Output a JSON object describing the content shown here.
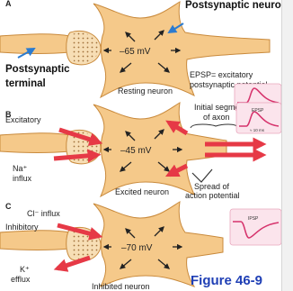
{
  "panels": {
    "a": {
      "letter": "A",
      "postsynaptic_neuron": "Postsynaptic neuron",
      "postsynaptic_terminal_line1": "Postsynaptic",
      "postsynaptic_terminal_line2": "terminal",
      "voltage": "–65 mV",
      "caption": "Resting neuron",
      "epsp_line1": "EPSP= excitatory",
      "epsp_line2": "postsynaptic potential"
    },
    "b": {
      "letter": "B",
      "excitatory": "Excitatory",
      "na_line1": "Na⁺",
      "na_line2": "influx",
      "voltage": "–45 mV",
      "caption": "Excited neuron",
      "initial_segment_line1": "Initial segment",
      "initial_segment_line2": "of axon",
      "spread_line1": "Spread of",
      "spread_line2": "action potential",
      "inset_label": "EPSP",
      "inset_scale": "≈ 10 ms"
    },
    "c": {
      "letter": "C",
      "cl_influx": "Cl⁻ influx",
      "inhibitory": "Inhibitory",
      "k_line1": "K⁺",
      "k_line2": "efflux",
      "voltage": "–70 mV",
      "caption": "Inhibited neuron",
      "inset_label": "IPSP"
    },
    "figure_label": "Figure 46-9"
  },
  "colors": {
    "neuron_fill": "#f5c98a",
    "neuron_stroke": "#c98a3c",
    "terminal_fill": "#f7deb5",
    "arrow_red": "#e63946",
    "curve": "#d6336c",
    "inset_bg": "#fbe4ec",
    "pointer_blue": "#2b7bd0",
    "figure_label": "#1f3fb5"
  }
}
